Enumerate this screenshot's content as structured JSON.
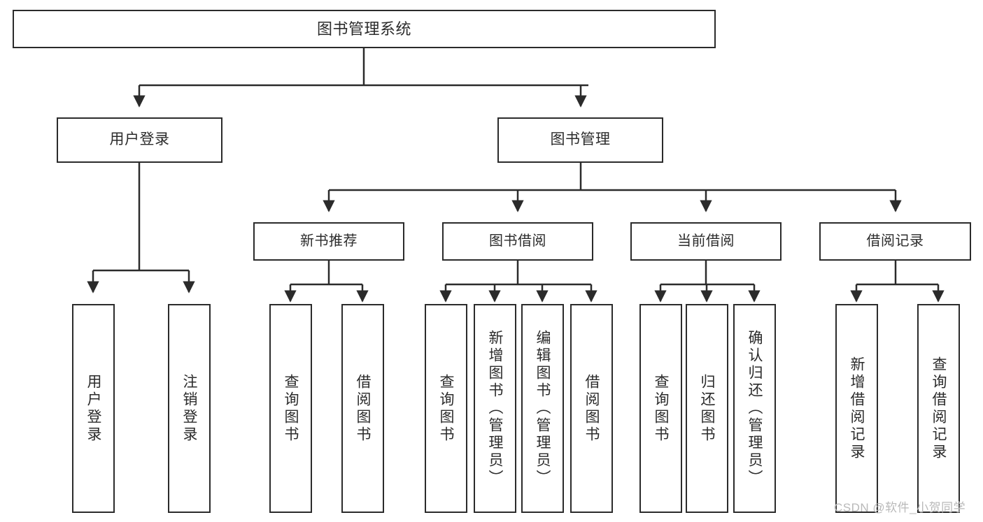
{
  "diagram": {
    "title": "图书管理系统",
    "type": "tree-hierarchy-chart",
    "colors": {
      "stroke": "#2b2b2b",
      "fill": "#ffffff",
      "watermark": "#b9b9b9"
    },
    "root": {
      "label": "图书管理系统"
    },
    "level2": [
      {
        "label": "用户登录"
      },
      {
        "label": "图书管理"
      }
    ],
    "level3": [
      {
        "label": "新书推荐"
      },
      {
        "label": "图书借阅"
      },
      {
        "label": "当前借阅"
      },
      {
        "label": "借阅记录"
      }
    ],
    "leaves": {
      "user_login": [
        {
          "label": "用户登录"
        },
        {
          "label": "注销登录"
        }
      ],
      "new_book_recommend": [
        {
          "label": "查询图书"
        },
        {
          "label": "借阅图书"
        }
      ],
      "book_borrow": [
        {
          "label": "查询图书"
        },
        {
          "label": "新增图书（管理员）"
        },
        {
          "label": "编辑图书（管理员）"
        },
        {
          "label": "借阅图书"
        }
      ],
      "current_borrow": [
        {
          "label": "查询图书"
        },
        {
          "label": "归还图书"
        },
        {
          "label": "确认归还（管理员）"
        }
      ],
      "borrow_record": [
        {
          "label": "新增借阅记录"
        },
        {
          "label": "查询借阅记录"
        }
      ]
    }
  },
  "watermark": {
    "text": "CSDN @软件_小贺同学"
  }
}
